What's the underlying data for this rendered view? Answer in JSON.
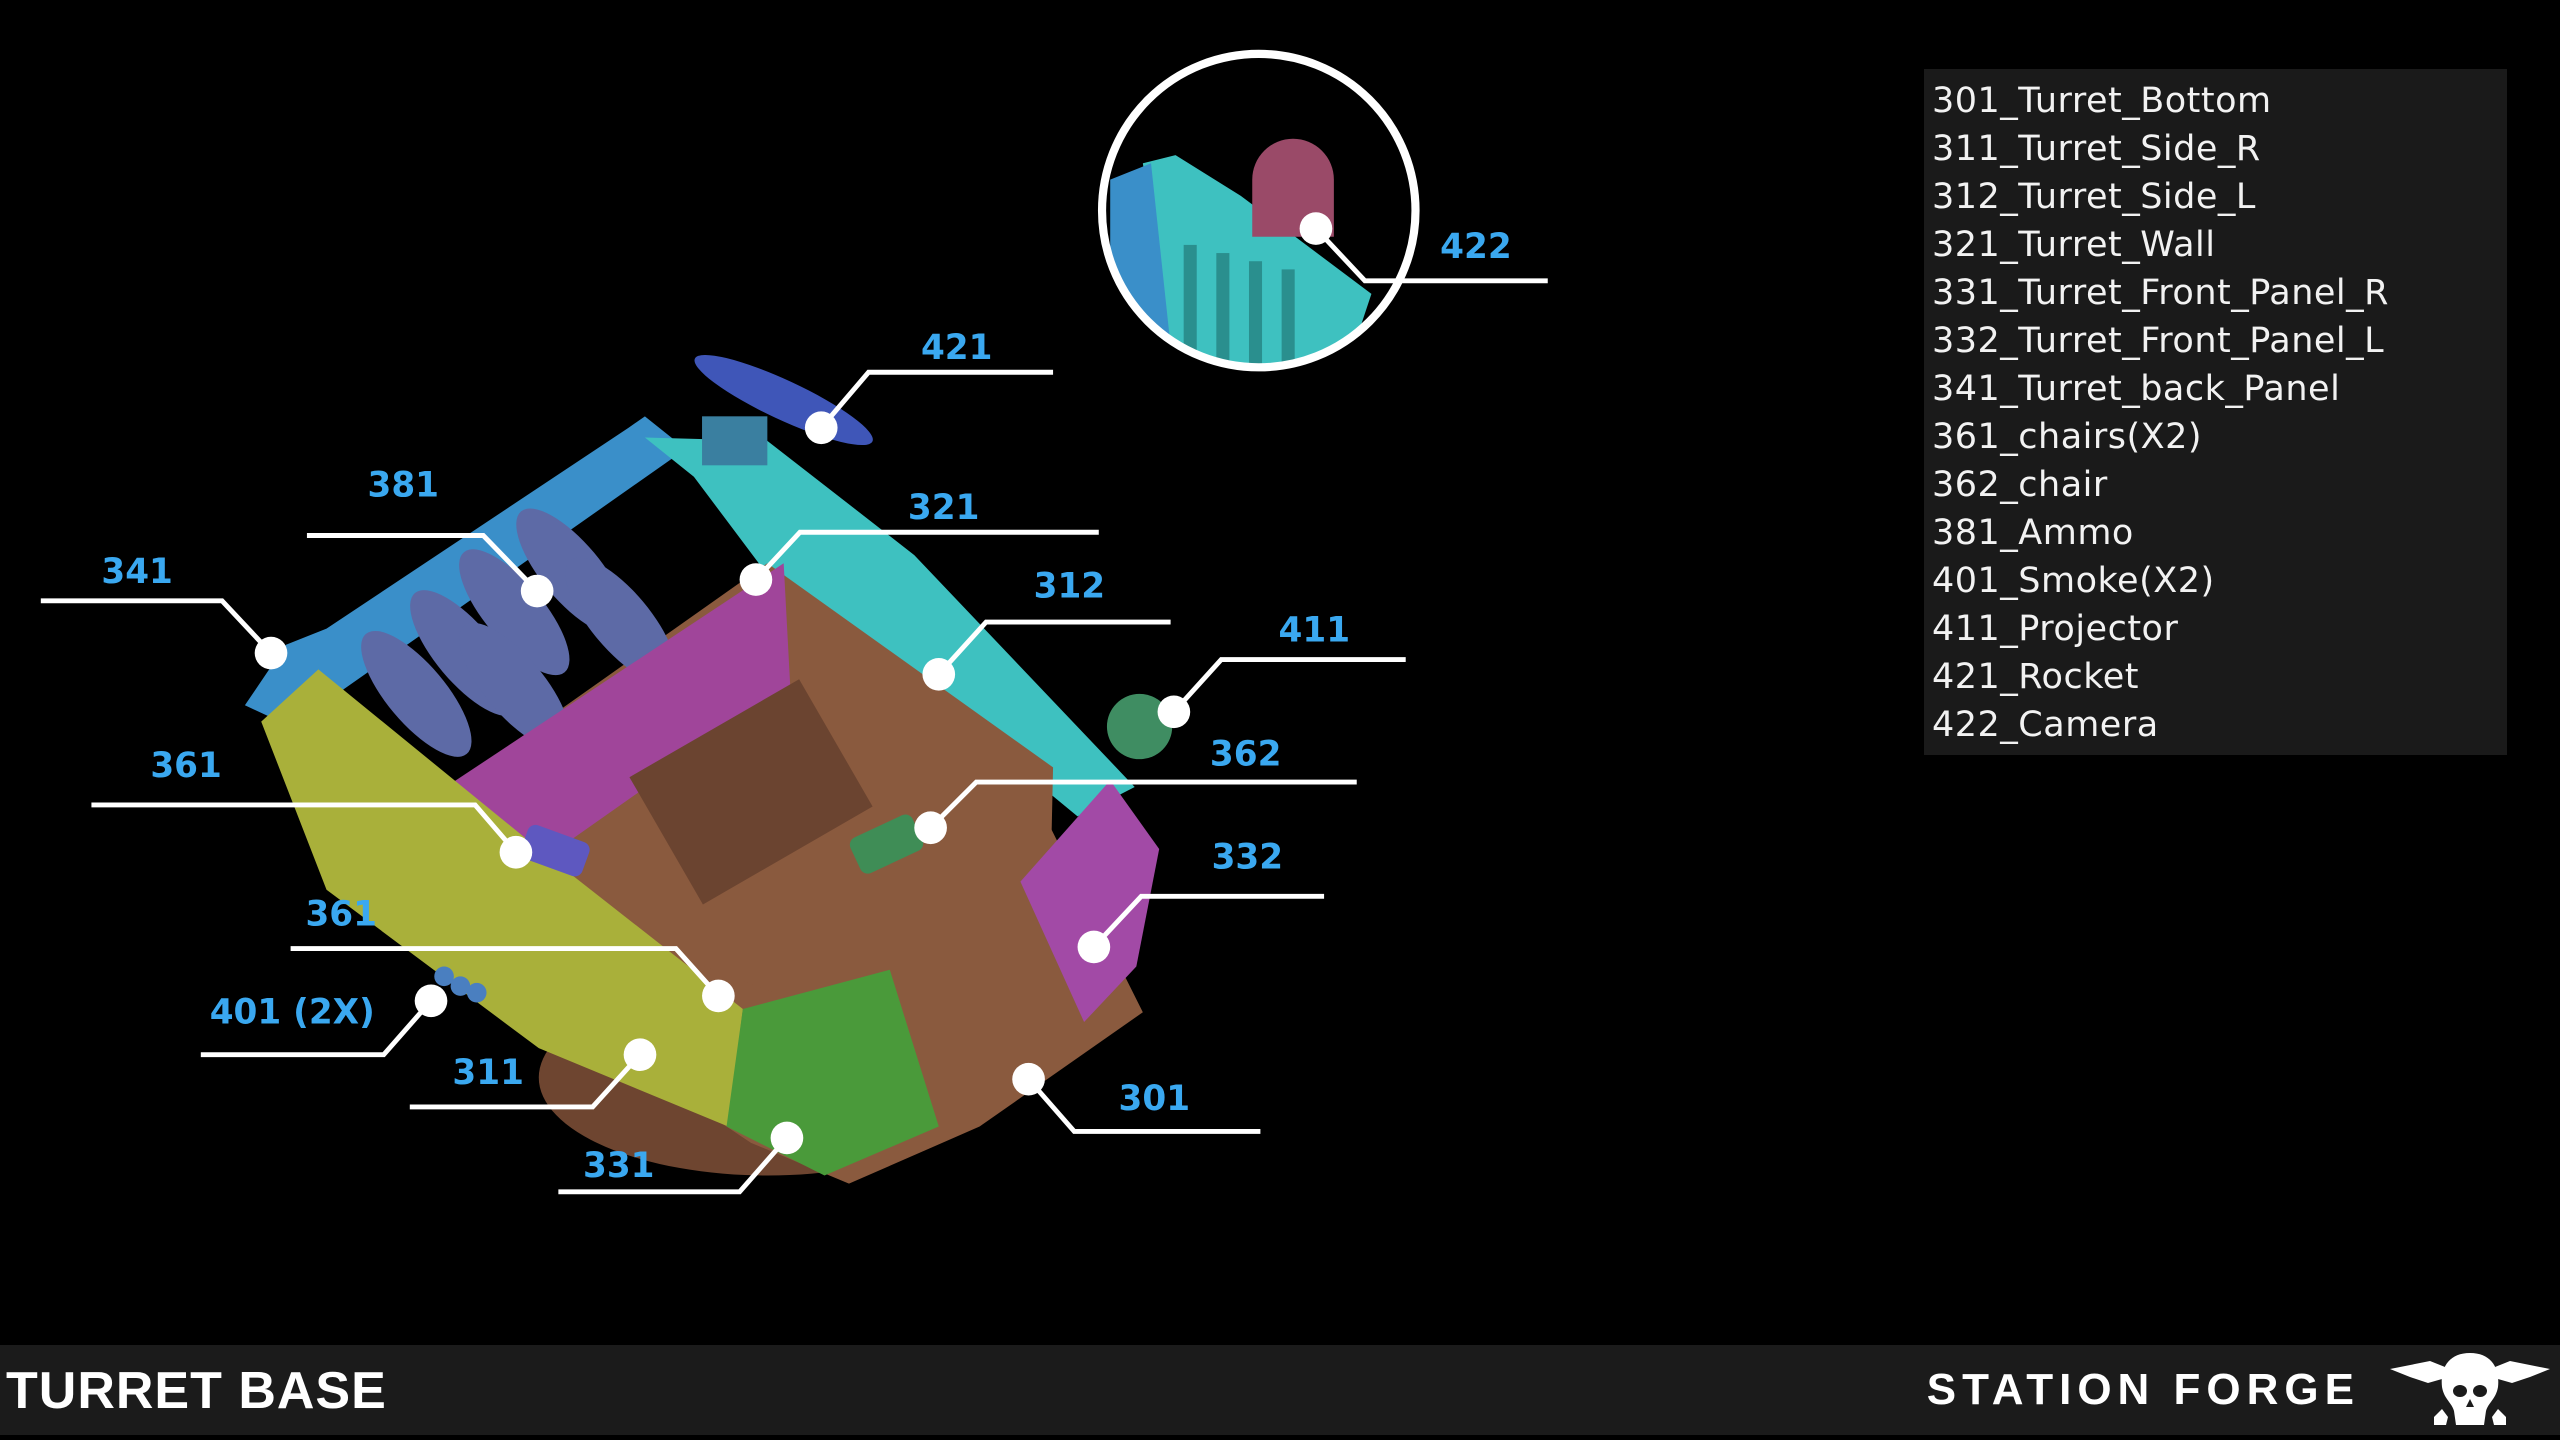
{
  "callouts": {
    "c422": "422",
    "c421": "421",
    "c381": "381",
    "c321": "321",
    "c341": "341",
    "c312": "312",
    "c411": "411",
    "c362": "362",
    "c361a": "361",
    "c332": "332",
    "c361b": "361",
    "c401": "401 (2X)",
    "c311": "311",
    "c301": "301",
    "c331": "331"
  },
  "legend": {
    "items": [
      "301_Turret_Bottom",
      "311_Turret_Side_R",
      "312_Turret_Side_L",
      "321_Turret_Wall",
      "331_Turret_Front_Panel_R",
      "332_Turret_Front_Panel_L",
      "341_Turret_back_Panel",
      "361_chairs(X2)",
      "362_chair",
      "381_Ammo",
      "401_Smoke(X2)",
      "411_Projector",
      "421_Rocket",
      "422_Camera"
    ]
  },
  "footer": {
    "title": "TURRET BASE",
    "brand": "STATION FORGE"
  },
  "colors": {
    "label_blue": "#3aa8f0",
    "footer_bg": "#1b1b1b",
    "legend_bg": "#1a1a1a"
  }
}
